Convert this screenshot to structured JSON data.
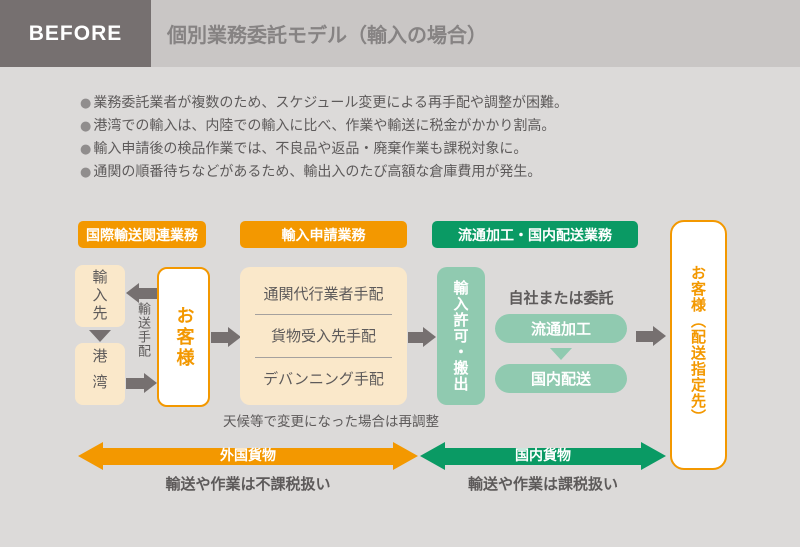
{
  "header": {
    "badge": "BEFORE",
    "title": "個別業務委託モデル（輸入の場合）"
  },
  "bullet_glyph": "●",
  "issues": [
    "業務委託業者が複数のため、スケジュール変更による再手配や調整が困難。",
    "港湾での輸入は、内陸での輸入に比べ、作業や輸送に税金がかかり割高。",
    "輸入申請後の検品作業では、不良品や返品・廃棄作業も課税対象に。",
    "通関の順番待ちなどがあるため、輸出入のたび高額な倉庫費用が発生。"
  ],
  "sections": {
    "international_transport": "国際輸送関連業務",
    "import_application": "輸入申請業務",
    "domestic_processing": "流通加工・国内配送業務"
  },
  "flow": {
    "import_destination": "輸入先",
    "port": "港湾",
    "transport_arrangement": "輸送手配",
    "customer": "お客様",
    "arrangements": [
      "通関代行業者手配",
      "貨物受入先手配",
      "デバンニング手配"
    ],
    "note": "天候等で変更になった場合は再調整",
    "import_permit": "輸入許可・搬出",
    "inhouse_or_outsourced": "自社または委託",
    "distribution_processing": "流通加工",
    "domestic_delivery": "国内配送",
    "customer_destination": "お客様（配送指定先）"
  },
  "bottom": {
    "foreign_cargo": {
      "label": "外国貨物",
      "desc": "輸送や作業は不課税扱い"
    },
    "domestic_cargo": {
      "label": "国内貨物",
      "desc": "輸送や作業は課税扱い"
    }
  },
  "colors": {
    "orange": "#F39800",
    "green": "#0A9A64",
    "soft_green": "#90CAB0",
    "cream": "#FAE8CA",
    "badge_gray": "#767070",
    "titlebar_gray": "#C9C6C5",
    "background_gray": "#DCDAD9",
    "text_gray": "#5D5A5A"
  }
}
